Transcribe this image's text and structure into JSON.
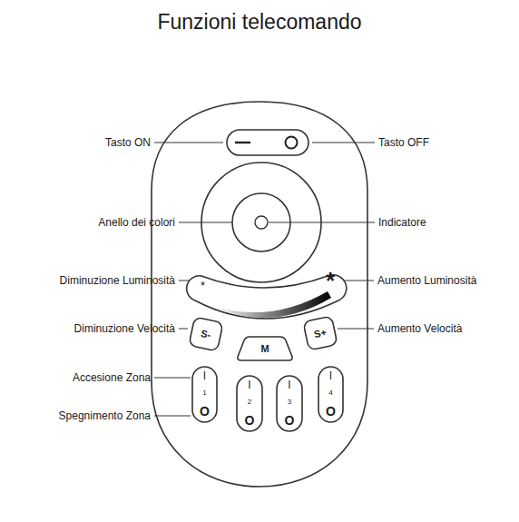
{
  "diagram": {
    "title": "Funzioni telecomando",
    "nodes": [
      {
        "text": [
          "*",
          "*"
        ]
      },
      {
        "text": [
          "S-"
        ]
      },
      {
        "text": [
          "M"
        ]
      },
      {
        "text": [
          "S+"
        ]
      },
      {
        "text": [
          "I",
          "1",
          "O"
        ]
      },
      {
        "text": [
          "I",
          "2",
          "O"
        ]
      },
      {
        "text": [
          "I",
          "3",
          "O"
        ]
      },
      {
        "text": [
          "I",
          "4",
          "O"
        ]
      }
    ],
    "labels": [
      "Tasto ON",
      "Tasto OFF",
      "Anello dei colori",
      "Indicatore",
      "Diminuzione Luminosità",
      "Aumento Luminosità",
      "Diminuzione Velocità",
      "Aumento Velocità",
      "Accesione Zona",
      "Spegnimento Zona"
    ]
  }
}
